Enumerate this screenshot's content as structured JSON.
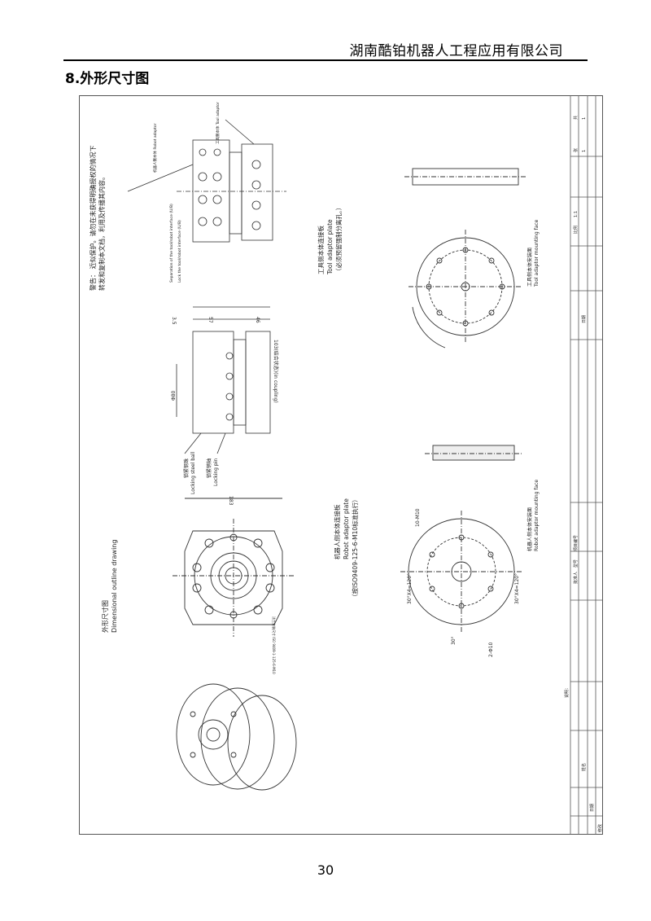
{
  "header": {
    "company": "湖南酷铂机器人工程应用有限公司"
  },
  "section": {
    "title": "8.外形尺寸图"
  },
  "drawing": {
    "warning_line1": "警告： 近似保护。请勿在未获得明确授权的情况下",
    "warning_line2": "转发和复制本文档，利用及传播其内容。",
    "robot_adaptor_label": "机器人侧本体 Robot adaptor",
    "tool_adaptor_label": "工具侧本体 Tool adaptor",
    "separation_label": "Separation of the tool/robot interface (U/B)",
    "lock_label": "Lock the tool/robot interface (U/B)",
    "dim_in_coupling": "103(结合状态)(in coupling)",
    "dim_57": "57",
    "dim_46": "46",
    "dim_35": "3.5",
    "dim_phi80": "Φ80",
    "locking_ball_cn": "锁紧钢珠",
    "locking_ball_en": "Locking steel ball",
    "locking_pin_cn": "锁紧销轴",
    "locking_pin_en": "Locking pin",
    "dim_183": "183",
    "outline_cn": "外形尺寸图",
    "outline_en": "Dimensional outline drawing",
    "tool_plate_cn": "工具侧本体连接板",
    "tool_plate_en": "Tool adaptor plate",
    "tool_plate_note": "（必须预留强制分离孔。）",
    "tool_mount_cn": "工具侧本体安装面",
    "tool_mount_en": "Tool adaptor mounting face",
    "robot_plate_cn": "机器人侧本体连接板",
    "robot_plate_en": "Robot adaptor plate",
    "robot_plate_note": "（按ISO9409-125-6-M10标准执行）",
    "robot_mount_cn": "机器人侧本体安装面",
    "robot_mount_en": "Robot adaptor mounting face",
    "dim_10m10": "10-M10",
    "dim_30x4_a": "30°X4=120°",
    "dim_30x4_b": "30°X4=120°",
    "dim_30": "30°",
    "dim_2phi10": "2-Φ10",
    "iso_label_1": "法兰安装尺寸 ISO 9409-1-125-6-M10",
    "tb_ratio_label": "比例",
    "tb_ratio_value": "1:1",
    "tb_sheets_label": "张",
    "tb_sheets_value": "1",
    "tb_total_label": "共",
    "tb_total_value": "1",
    "tb_version": "版次",
    "tb_date": "日期",
    "tb_name": "姓名",
    "tb_code": "项目编号",
    "tb_model": "型号",
    "tb_approve": "批准人",
    "tb_desc": "说明：",
    "tb_change": "修改"
  },
  "footer": {
    "page_number": "30"
  }
}
